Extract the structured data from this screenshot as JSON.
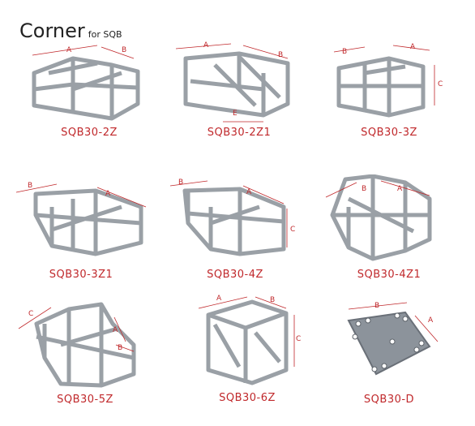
{
  "header": {
    "title": "Corner",
    "subtitle": "for SQB"
  },
  "items": [
    {
      "code": "SQB30-2Z",
      "dims": [
        "A",
        "B"
      ]
    },
    {
      "code": "SQB30-2Z1",
      "dims": [
        "A",
        "B",
        "E"
      ]
    },
    {
      "code": "SQB30-3Z",
      "dims": [
        "B",
        "A",
        "C"
      ]
    },
    {
      "code": "SQB30-3Z1",
      "dims": [
        "B",
        "A"
      ]
    },
    {
      "code": "SQB30-4Z",
      "dims": [
        "B",
        "A",
        "C"
      ]
    },
    {
      "code": "SQB30-4Z1",
      "dims": [
        "B",
        "A"
      ]
    },
    {
      "code": "SQB30-5Z",
      "dims": [
        "C",
        "A",
        "B"
      ]
    },
    {
      "code": "SQB30-6Z",
      "dims": [
        "A",
        "B",
        "C"
      ]
    },
    {
      "code": "SQB30-D",
      "dims": [
        "B",
        "A"
      ]
    }
  ],
  "colors": {
    "label": "#c0282b",
    "truss": "#b8bcc2",
    "truss_dark": "#7f848b"
  }
}
